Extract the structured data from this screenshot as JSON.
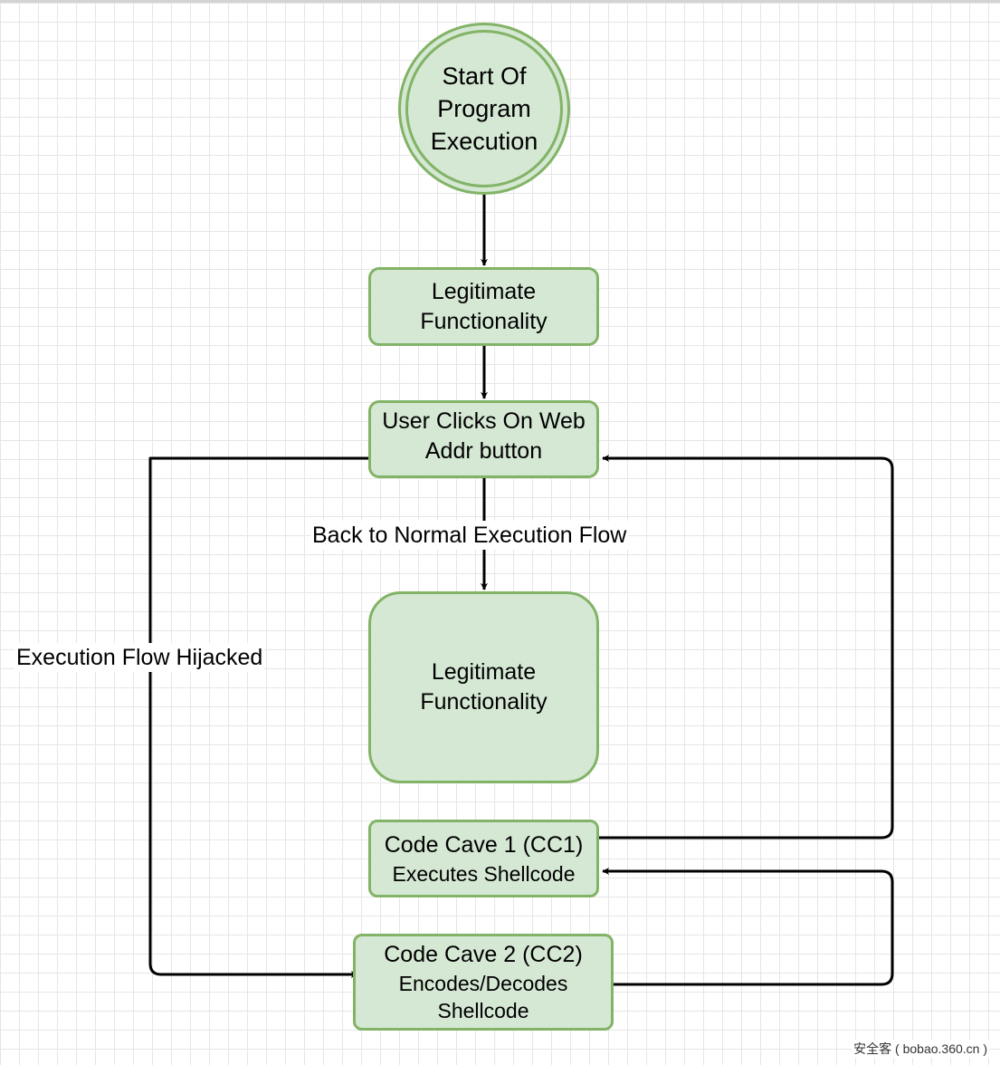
{
  "nodes": {
    "start": [
      "Start Of",
      "Program",
      "Execution"
    ],
    "legit1": [
      "Legitimate",
      "Functionality"
    ],
    "user_clicks": [
      "User Clicks On Web",
      "Addr button"
    ],
    "legit2": [
      "Legitimate",
      "Functionality"
    ],
    "cc1": [
      "Code Cave 1 (CC1)",
      "Executes Shellcode"
    ],
    "cc2": [
      "Code Cave 2 (CC2)",
      "Encodes/Decodes",
      "Shellcode"
    ]
  },
  "edge_labels": {
    "back_to_normal": "Back to Normal Execution Flow",
    "hijacked": "Execution Flow Hijacked"
  },
  "watermark": "安全客 ( bobao.360.cn )",
  "colors": {
    "node_fill": "#d5e8d4",
    "node_stroke": "#82b366",
    "edge": "#000000",
    "grid": "#e6e6e6"
  }
}
